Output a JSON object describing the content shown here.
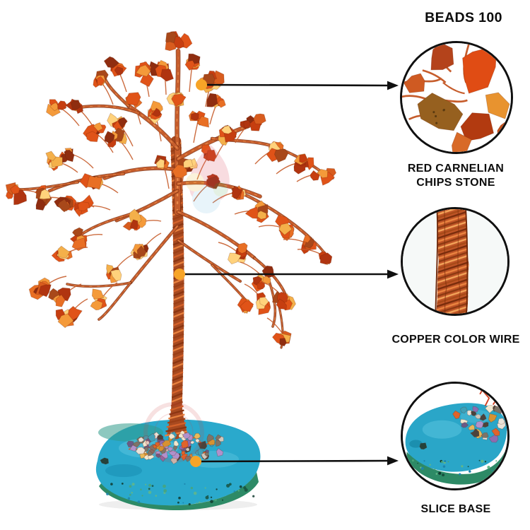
{
  "header": {
    "title": "BEADS 100"
  },
  "callouts": [
    {
      "id": "red-carnelian-chips-stone",
      "label": "RED CARNELIAN\nCHIPS STONE"
    },
    {
      "id": "copper-color-wire",
      "label": "COPPER COLOR WIRE"
    },
    {
      "id": "slice-base",
      "label": "SLICE BASE"
    }
  ],
  "icons": {
    "arrow": "arrow-right-line",
    "marker": "orange-dot-marker"
  },
  "colors": {
    "background": "#ffffff",
    "text": "#0d0d0d",
    "arrow": "#101010",
    "dot_marker": "#f7a427",
    "circle_border": "#101010",
    "copper": "#c65d2c",
    "copper_light": "#ef9350",
    "copper_dark": "#7e3010",
    "trunk": "#a84a20",
    "carnelian_palette": [
      "#e05318",
      "#c63e10",
      "#e86f24",
      "#f49a3a",
      "#b03410",
      "#8f2d10",
      "#f4b04a",
      "#ffd27c",
      "#d85c1e",
      "#a8481a"
    ],
    "base_top": "#2aa9cc",
    "base_light": "#55c2dc",
    "base_green_tint": "#2f9b8a",
    "base_rim": "#1488ad",
    "base_moss": "#2d8a66",
    "moss_speckles": [
      "#175240",
      "#49a578",
      "#0f3a2e",
      "#63b787",
      "#1d84ac"
    ],
    "pile_palette": [
      "#b091cc",
      "#8d6cb0",
      "#e9e2d8",
      "#cfc7bb",
      "#d79232",
      "#e8b95a",
      "#4b433c",
      "#7d7468",
      "#3fa0b8",
      "#e0632a",
      "#f0e7cf",
      "#6a5a86"
    ],
    "watermark_pink": "#e0566a",
    "watermark_red": "#cc4040"
  }
}
